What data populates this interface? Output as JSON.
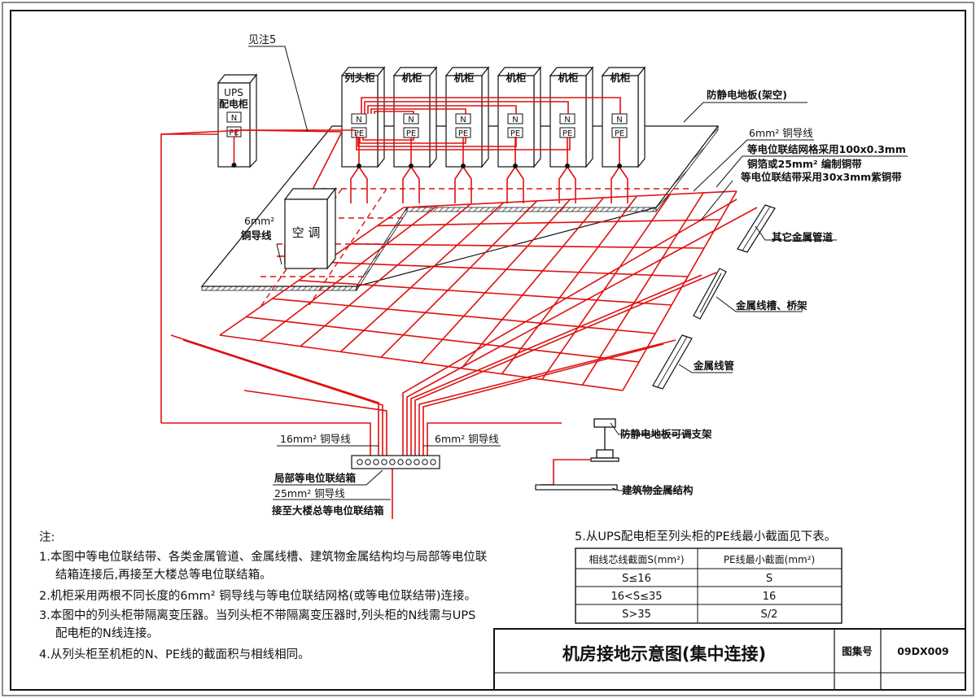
{
  "cabinets": {
    "ups": {
      "title_line1": "UPS",
      "title_line2": "配电柜",
      "n": "N",
      "pe": "PE"
    },
    "row": [
      {
        "title": "列头柜",
        "n": "N",
        "pe": "PE"
      },
      {
        "title": "机柜",
        "n": "N",
        "pe": "PE"
      },
      {
        "title": "机柜",
        "n": "N",
        "pe": "PE"
      },
      {
        "title": "机柜",
        "n": "N",
        "pe": "PE"
      },
      {
        "title": "机柜",
        "n": "N",
        "pe": "PE"
      },
      {
        "title": "机柜",
        "n": "N",
        "pe": "PE"
      }
    ],
    "aircon": "空 调"
  },
  "labels": {
    "see_note5": "见注5",
    "raised_floor": "防静电地板(架空)",
    "wire_6mm_right": "6mm² 铜导线",
    "mesh_line1": "等电位联结网格采用100x0.3mm",
    "mesh_line2": "铜箔或25mm² 编制铜带",
    "mesh_line3": "等电位联结带采用30x3mm紫铜带",
    "wire_6mm_left_1": "6mm²",
    "wire_6mm_left_2": "铜导线",
    "other_pipe": "其它金属管道",
    "cable_tray": "金属线槽、桥架",
    "conduit": "金属线管",
    "floor_support": "防静电地板可调支架",
    "building_steel": "建筑物金属结构",
    "wire_16mm": "16mm² 铜导线",
    "wire_6mm_bottom": "6mm² 铜导线",
    "local_box": "局部等电位联结箱",
    "wire_25mm": "25mm² 铜导线",
    "to_main": "接至大楼总等电位联结箱"
  },
  "notes": {
    "heading": "注:",
    "items": [
      "1.本图中等电位联结带、各类金属管道、金属线槽、建筑物金属结构均与局部等电位联",
      "结箱连接后,再接至大楼总等电位联结箱。",
      "2.机柜采用两根不同长度的6mm² 铜导线与等电位联结网格(或等电位联结带)连接。",
      "3.本图中的列头柜带隔离变压器。当列头柜不带隔离变压器时,列头柜的N线需与UPS",
      "配电柜的N线连接。",
      "4.从列头柜至机柜的N、PE线的截面积与相线相同。"
    ]
  },
  "table": {
    "caption": "5.从UPS配电柜至列头柜的PE线最小截面见下表。",
    "headers": [
      "相线芯线截面S(mm²)",
      "PE线最小截面(mm²)"
    ],
    "rows": [
      [
        "S≤16",
        "S"
      ],
      [
        "16<S≤35",
        "16"
      ],
      [
        "S>35",
        "S/2"
      ]
    ]
  },
  "title_block": {
    "title": "机房接地示意图(集中连接)",
    "atlas_label": "图集号",
    "atlas_no": "09DX009"
  }
}
